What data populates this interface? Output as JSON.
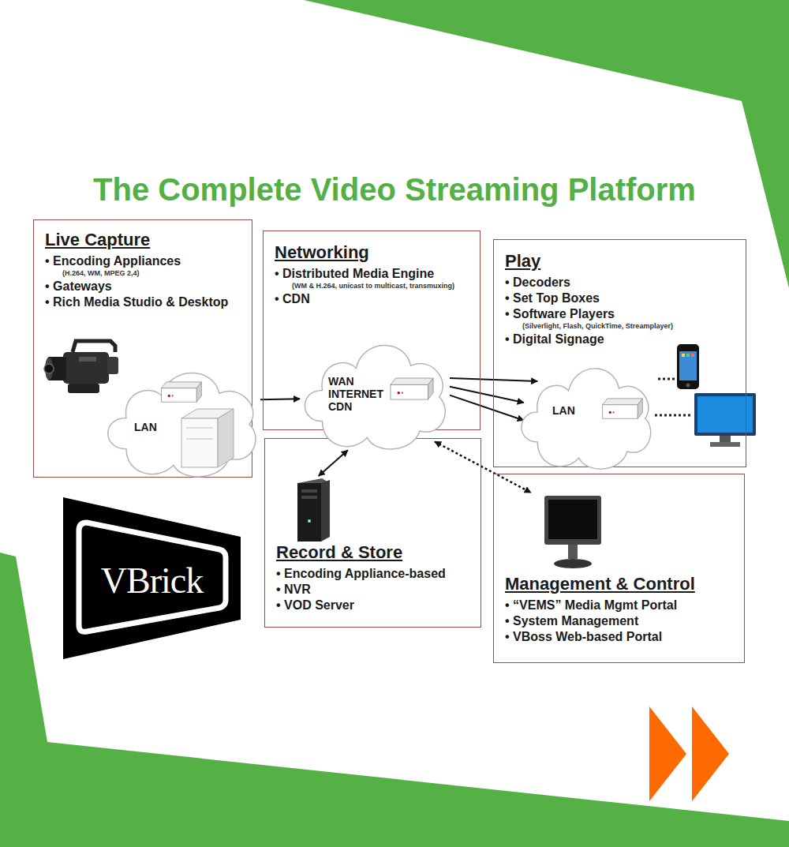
{
  "diagram": {
    "title": "The Complete Video Streaming Platform",
    "nodes": [
      {
        "text": [
          "Live Capture",
          "• Encoding Appliances",
          "(H.264, WM, MPEG 2,4)",
          "• Gateways",
          "• Rich Media Studio & Desktop"
        ]
      },
      {
        "text": [
          "LAN"
        ],
        "in": 0
      },
      {
        "text": [
          "Networking",
          "• Distributed Media Engine",
          "(WM & H.264, unicast to multicast, transmuxing)",
          "• CDN"
        ]
      },
      {
        "text": [
          "WAN INTERNET CDN"
        ],
        "in": 2
      },
      {
        "text": [
          "Play",
          "• Decoders",
          "• Set Top Boxes",
          "• Software Players",
          "(Silverlight, Flash, QuickTime, Streamplayer)",
          "• Digital Signage"
        ]
      },
      {
        "text": [
          "LAN"
        ],
        "in": 4
      },
      {
        "text": [
          "Record & Store",
          "• Encoding Appliance-based",
          "• NVR",
          "• VOD Server"
        ]
      },
      {
        "text": [
          "Management & Control",
          "• “VEMS” Media Mgmt Portal",
          "• System Management",
          "• VBoss Web-based Portal"
        ]
      }
    ],
    "edges": [
      {
        "from": 1,
        "to": 3,
        "arrow": "to"
      },
      {
        "from": 3,
        "to": 5,
        "arrow": "to"
      },
      {
        "from": 3,
        "to": 5,
        "arrow": "to"
      },
      {
        "from": 3,
        "to": 5,
        "arrow": "to"
      },
      {
        "from": 3,
        "to": 6,
        "arrow": "both"
      },
      {
        "from": 3,
        "to": 7,
        "arrow": "both"
      }
    ],
    "labels": [
      "VBrick"
    ]
  }
}
